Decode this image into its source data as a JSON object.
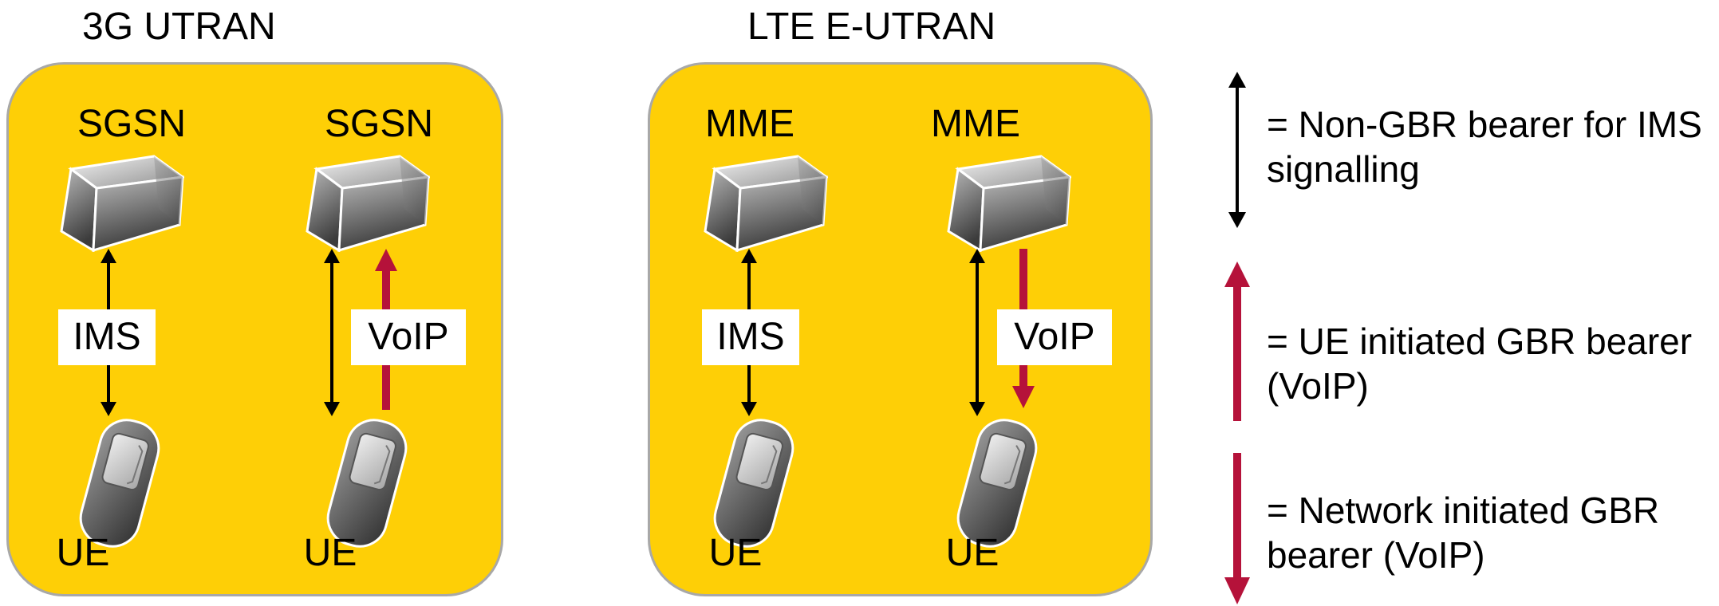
{
  "panels": [
    {
      "title": "3G UTRAN",
      "columns": [
        {
          "core_label": "SGSN",
          "tag": "IMS",
          "ue_label": "UE",
          "bearers": [
            "non-gbr"
          ]
        },
        {
          "core_label": "SGSN",
          "tag": "VoIP",
          "ue_label": "UE",
          "bearers": [
            "non-gbr",
            "ue-initiated-gbr"
          ]
        }
      ]
    },
    {
      "title": "LTE E-UTRAN",
      "columns": [
        {
          "core_label": "MME",
          "tag": "IMS",
          "ue_label": "UE",
          "bearers": [
            "non-gbr"
          ]
        },
        {
          "core_label": "MME",
          "tag": "VoIP",
          "ue_label": "UE",
          "bearers": [
            "non-gbr",
            "network-initiated-gbr"
          ]
        }
      ]
    }
  ],
  "legend": [
    {
      "type": "non-gbr",
      "text": "= Non-GBR bearer for IMS signalling"
    },
    {
      "type": "ue-initiated-gbr",
      "text": "= UE initiated GBR bearer (VoIP)"
    },
    {
      "type": "network-initiated-gbr",
      "text": "= Network initiated GBR bearer (VoIP)"
    }
  ],
  "colors": {
    "panel_fill": "#fecf06",
    "panel_border": "#a8a8a8",
    "signalling_arrow": "#000000",
    "gbr_arrow": "#b5123a",
    "tag_fill": "#ffffff"
  },
  "icons": {
    "core_node": "core-network-node-icon",
    "ue": "mobile-phone-icon"
  }
}
